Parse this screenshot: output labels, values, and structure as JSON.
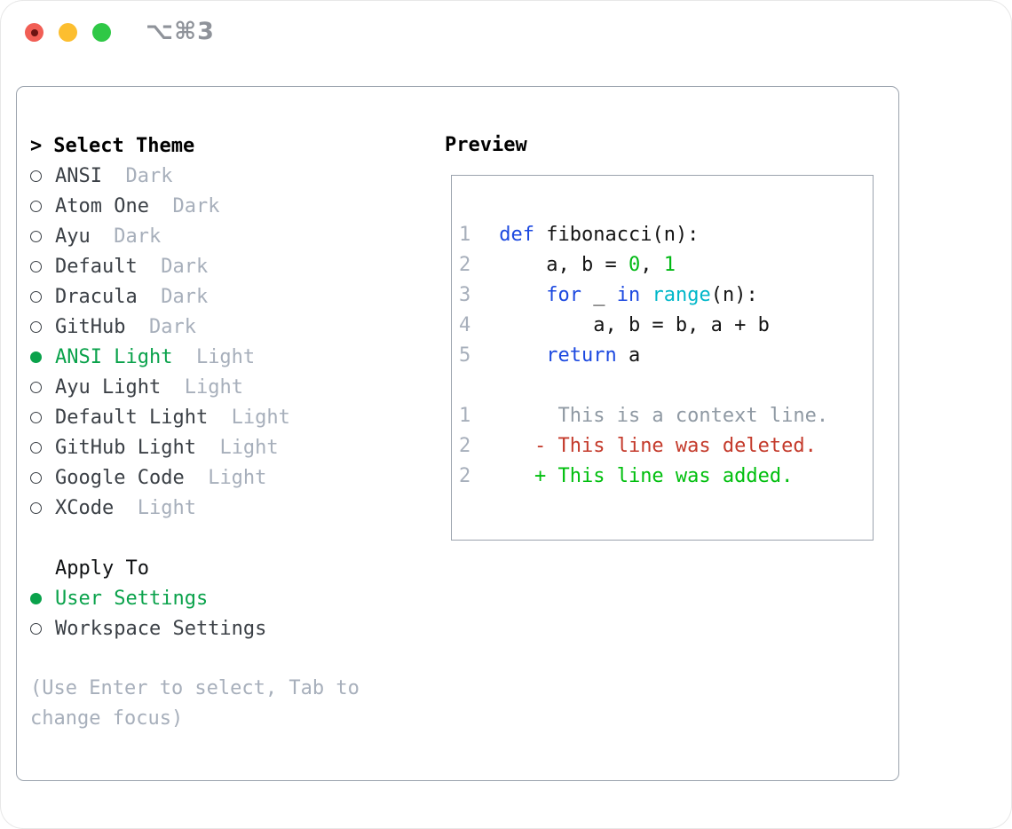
{
  "titlebar": {
    "shortcut": "⌥⌘3"
  },
  "colors": {
    "selected_green": "#0aa24b",
    "keyword": "#1c49e0",
    "builtin": "#00b7c9",
    "number": "#00b914",
    "plain": "#141414",
    "line_number": "#a7afbb",
    "context": "#8f99a3",
    "deleted": "#c43a2b",
    "added": "#00bf0e",
    "muted": "#a7afbb",
    "item_text": "#3b4046",
    "traffic_red": "#f15e55",
    "traffic_red_dot": "#6b1412",
    "traffic_yellow": "#fcbe2f",
    "traffic_green": "#2fc846",
    "shortcut_gray": "#8f939a"
  },
  "left": {
    "prompt": ">",
    "title": "Select Theme",
    "themes": [
      {
        "name": "ANSI",
        "variant": "Dark",
        "selected": false
      },
      {
        "name": "Atom One",
        "variant": "Dark",
        "selected": false
      },
      {
        "name": "Ayu",
        "variant": "Dark",
        "selected": false
      },
      {
        "name": "Default",
        "variant": "Dark",
        "selected": false
      },
      {
        "name": "Dracula",
        "variant": "Dark",
        "selected": false
      },
      {
        "name": "GitHub",
        "variant": "Dark",
        "selected": false
      },
      {
        "name": "ANSI Light",
        "variant": "Light",
        "selected": true
      },
      {
        "name": "Ayu Light",
        "variant": "Light",
        "selected": false
      },
      {
        "name": "Default Light",
        "variant": "Light",
        "selected": false
      },
      {
        "name": "GitHub Light",
        "variant": "Light",
        "selected": false
      },
      {
        "name": "Google Code",
        "variant": "Light",
        "selected": false
      },
      {
        "name": "XCode",
        "variant": "Light",
        "selected": false
      }
    ],
    "apply_title": "Apply To",
    "apply_options": [
      {
        "label": "User Settings",
        "selected": true
      },
      {
        "label": "Workspace Settings",
        "selected": false
      }
    ],
    "hint": "(Use Enter to select, Tab to change focus)"
  },
  "preview": {
    "title": "Preview",
    "code_lines": [
      {
        "num": "1",
        "tokens": [
          {
            "t": "def",
            "c": "keyword"
          },
          {
            "t": " fibonacci(n):",
            "c": "plain"
          }
        ]
      },
      {
        "num": "2",
        "tokens": [
          {
            "t": "    a, b = ",
            "c": "plain"
          },
          {
            "t": "0",
            "c": "number"
          },
          {
            "t": ", ",
            "c": "plain"
          },
          {
            "t": "1",
            "c": "number"
          }
        ]
      },
      {
        "num": "3",
        "tokens": [
          {
            "t": "    ",
            "c": "plain"
          },
          {
            "t": "for",
            "c": "keyword"
          },
          {
            "t": " _ ",
            "c": "plain"
          },
          {
            "t": "in",
            "c": "keyword"
          },
          {
            "t": " ",
            "c": "plain"
          },
          {
            "t": "range",
            "c": "builtin"
          },
          {
            "t": "(n):",
            "c": "plain"
          }
        ]
      },
      {
        "num": "4",
        "tokens": [
          {
            "t": "        a, b = b, a + b",
            "c": "plain"
          }
        ]
      },
      {
        "num": "5",
        "tokens": [
          {
            "t": "    ",
            "c": "plain"
          },
          {
            "t": "return",
            "c": "keyword"
          },
          {
            "t": " a",
            "c": "plain"
          }
        ]
      }
    ],
    "diff_lines": [
      {
        "num": "1",
        "text": "     This is a context line.",
        "type": "context"
      },
      {
        "num": "2",
        "text": "   - This line was deleted.",
        "type": "deleted"
      },
      {
        "num": "2",
        "text": "   + This line was added.",
        "type": "added"
      }
    ]
  }
}
